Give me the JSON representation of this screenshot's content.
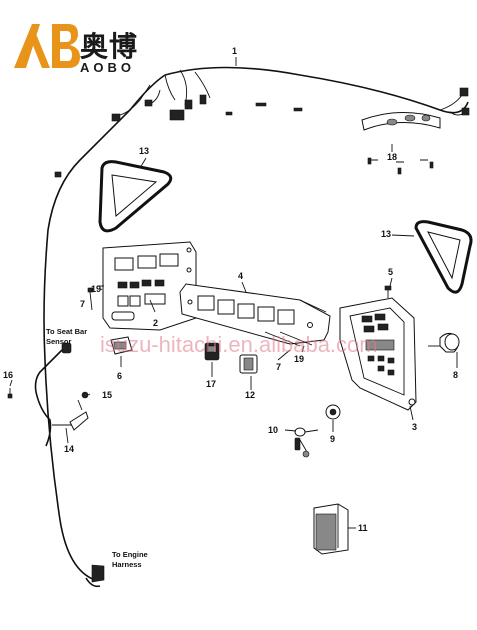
{
  "brand": {
    "logo_letters": "AB",
    "name_cn": "奥博",
    "name_en": "AOBO",
    "logo_color": "#e8941a"
  },
  "watermark": "isuzu-hitachi.en.alibaba.com",
  "callouts": {
    "c1": "1",
    "c2": "2",
    "c3": "3",
    "c4": "4",
    "c5": "5",
    "c6": "6",
    "c7a": "7",
    "c7b": "7",
    "c8": "8",
    "c9": "9",
    "c10": "10",
    "c11": "11",
    "c12": "12",
    "c13a": "13",
    "c13b": "13",
    "c14": "14",
    "c15": "15",
    "c16": "16",
    "c17": "17",
    "c18": "18",
    "c19a": "19",
    "c19b": "19"
  },
  "notes": {
    "seat_bar_line1": "To Seat Bar",
    "seat_bar_line2": "Sensor",
    "engine_line1": "To Engine",
    "engine_line2": "Harness"
  }
}
